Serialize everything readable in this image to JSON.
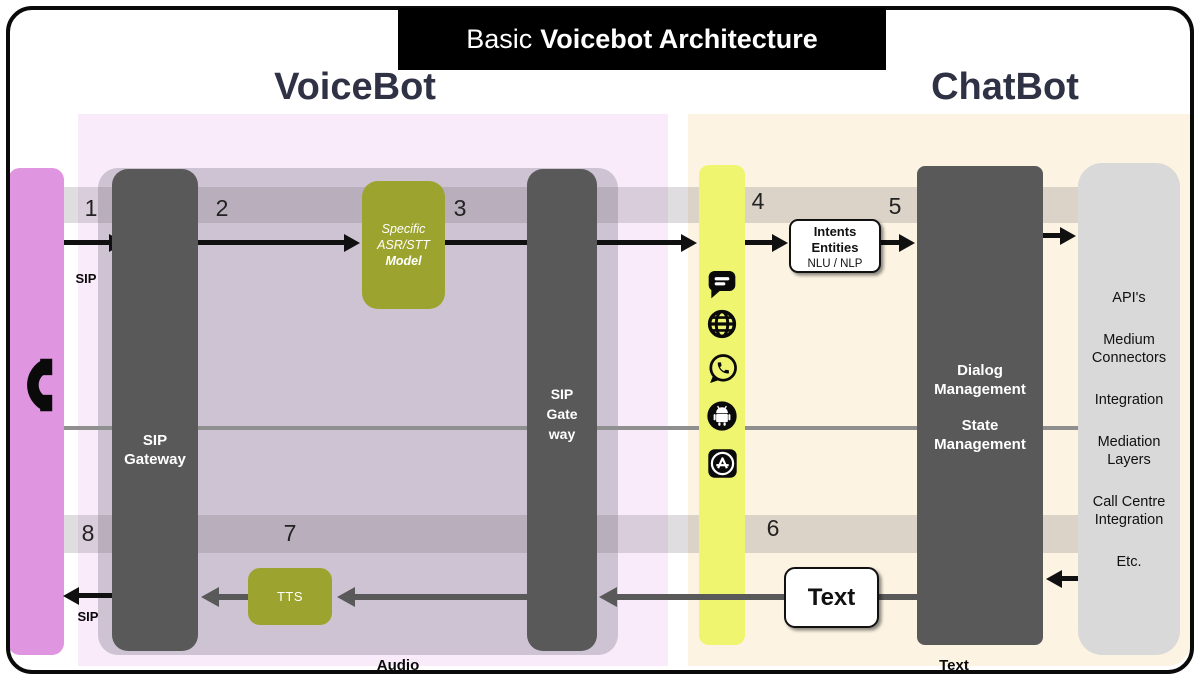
{
  "title": {
    "regular": "Basic",
    "bold": "Voicebot Architecture"
  },
  "headings": {
    "voicebot": "VoiceBot",
    "chatbot": "ChatBot"
  },
  "steps": [
    "1",
    "2",
    "3",
    "4",
    "5",
    "6",
    "7",
    "8"
  ],
  "labels": {
    "sip_in": "SIP",
    "sip_out": "SIP",
    "audio": "Audio",
    "text": "Text"
  },
  "boxes": {
    "sip_gateway_in": {
      "line1": "SIP",
      "line2": "Gateway"
    },
    "sip_gateway_out": {
      "line1": "SIP",
      "line2": "Gate",
      "line3": "way"
    },
    "asr": {
      "line1": "Specific",
      "line2": "ASR/STT",
      "line3": "Model"
    },
    "tts": {
      "label": "TTS"
    },
    "dialog": {
      "block1": "Dialog Management",
      "block2": "State Management"
    },
    "intents": {
      "line1": "Intents",
      "line2": "Entities",
      "line3": "NLU / NLP"
    },
    "text_message": {
      "label": "Text"
    }
  },
  "connectors": {
    "items": [
      "API's",
      "Medium Connectors",
      "Integration",
      "Mediation Layers",
      "Call Centre Integration",
      "Etc."
    ]
  },
  "icons": [
    "phone-icon",
    "chat-icon",
    "globe-icon",
    "whatsapp-icon",
    "android-icon",
    "appstore-icon"
  ],
  "colors": {
    "pink": "#E095E0",
    "voicebot_bg": "#F9EBFA",
    "chatbot_bg": "#FCF3E2",
    "inner": "#CDC3D2",
    "dark": "#595959",
    "light_gray": "#D9D9D9",
    "olive": "#9CA42F",
    "yellow": "#EFF56E",
    "heading": "#2F3245"
  }
}
